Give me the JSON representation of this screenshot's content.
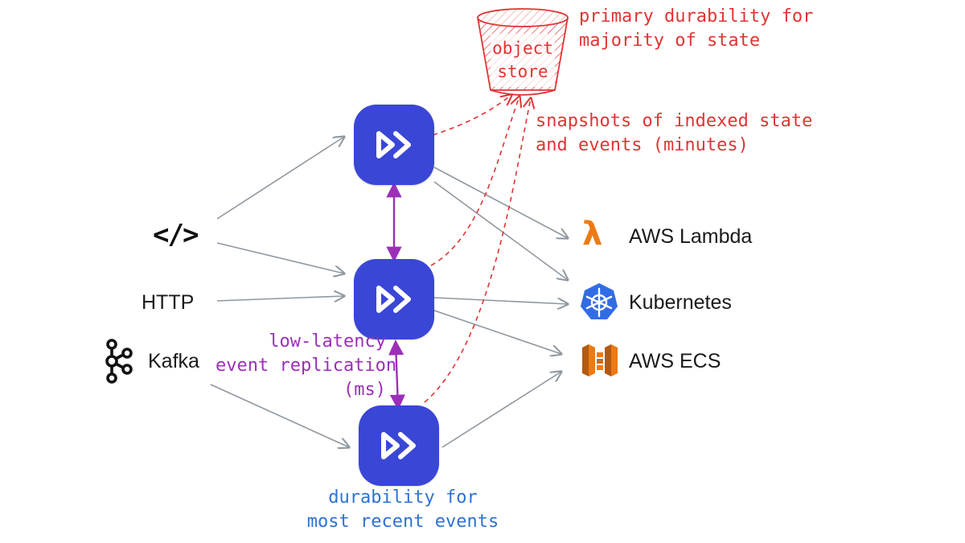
{
  "sources": {
    "code": "</>",
    "http": "HTTP",
    "kafka": "Kafka"
  },
  "targets": {
    "lambda": "AWS Lambda",
    "kubernetes": "Kubernetes",
    "ecs": "AWS ECS"
  },
  "object_store": {
    "line1": "object",
    "line2": "store"
  },
  "notes": {
    "primary_durability": [
      "primary durability for",
      "majority of state"
    ],
    "snapshots": [
      "snapshots of indexed state",
      "and events (minutes)"
    ],
    "replication": [
      "low-latency",
      "event replication",
      "(ms)"
    ],
    "recent_durability": [
      "durability for",
      "most recent events"
    ]
  },
  "icons": {
    "code": "code-brackets-icon",
    "kafka": "kafka-logo-icon",
    "lambda": "aws-lambda-icon",
    "kubernetes": "kubernetes-icon",
    "ecs": "aws-ecs-icon",
    "node": "restate-node-icon",
    "bucket": "object-store-bucket-icon"
  },
  "colors": {
    "node": "#3a46d6",
    "arrow": "#8e979f",
    "replication": "#9c2fb8",
    "storage": "#e03434",
    "durability_note": "#2d72d2",
    "lambda": "#ec7a16",
    "kubernetes": "#326ce5",
    "ecs": "#e07a1f"
  }
}
